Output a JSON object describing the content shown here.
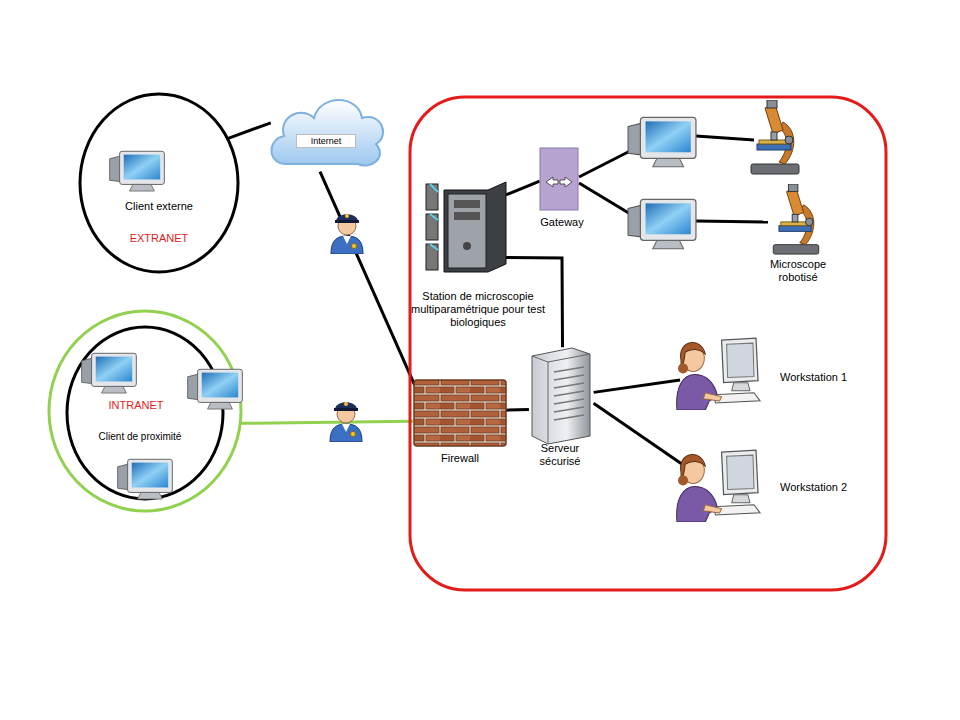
{
  "diagram": {
    "nodes": [
      {
        "text": [
          "Internet"
        ]
      },
      {
        "text": [
          "Client externe",
          "EXTRANET"
        ]
      },
      {
        "text": [
          "Gateway"
        ]
      },
      {
        "text": [
          "Station de microscopie multiparamétrique pour test biologiques"
        ]
      },
      {
        "text": [
          "Microscope robotisé"
        ]
      },
      {
        "text": [
          "INTRANET",
          "Client de proximité"
        ]
      },
      {
        "text": [
          "Firewall"
        ]
      },
      {
        "text": [
          "Serveur sécurisé"
        ]
      },
      {
        "text": [
          "Workstation 1"
        ]
      },
      {
        "text": [
          "Workstation 2"
        ]
      }
    ],
    "edges": [
      {
        "from": 1,
        "to": 0,
        "arrow": "none"
      },
      {
        "from": 0,
        "to": 6,
        "arrow": "none"
      },
      {
        "from": 5,
        "to": 6,
        "arrow": "none"
      },
      {
        "from": 6,
        "to": 7,
        "arrow": "none"
      },
      {
        "from": 7,
        "to": 8,
        "arrow": "none"
      },
      {
        "from": 7,
        "to": 9,
        "arrow": "none"
      },
      {
        "from": 3,
        "to": 2,
        "arrow": "none"
      },
      {
        "from": 3,
        "to": 7,
        "arrow": "none"
      }
    ]
  }
}
